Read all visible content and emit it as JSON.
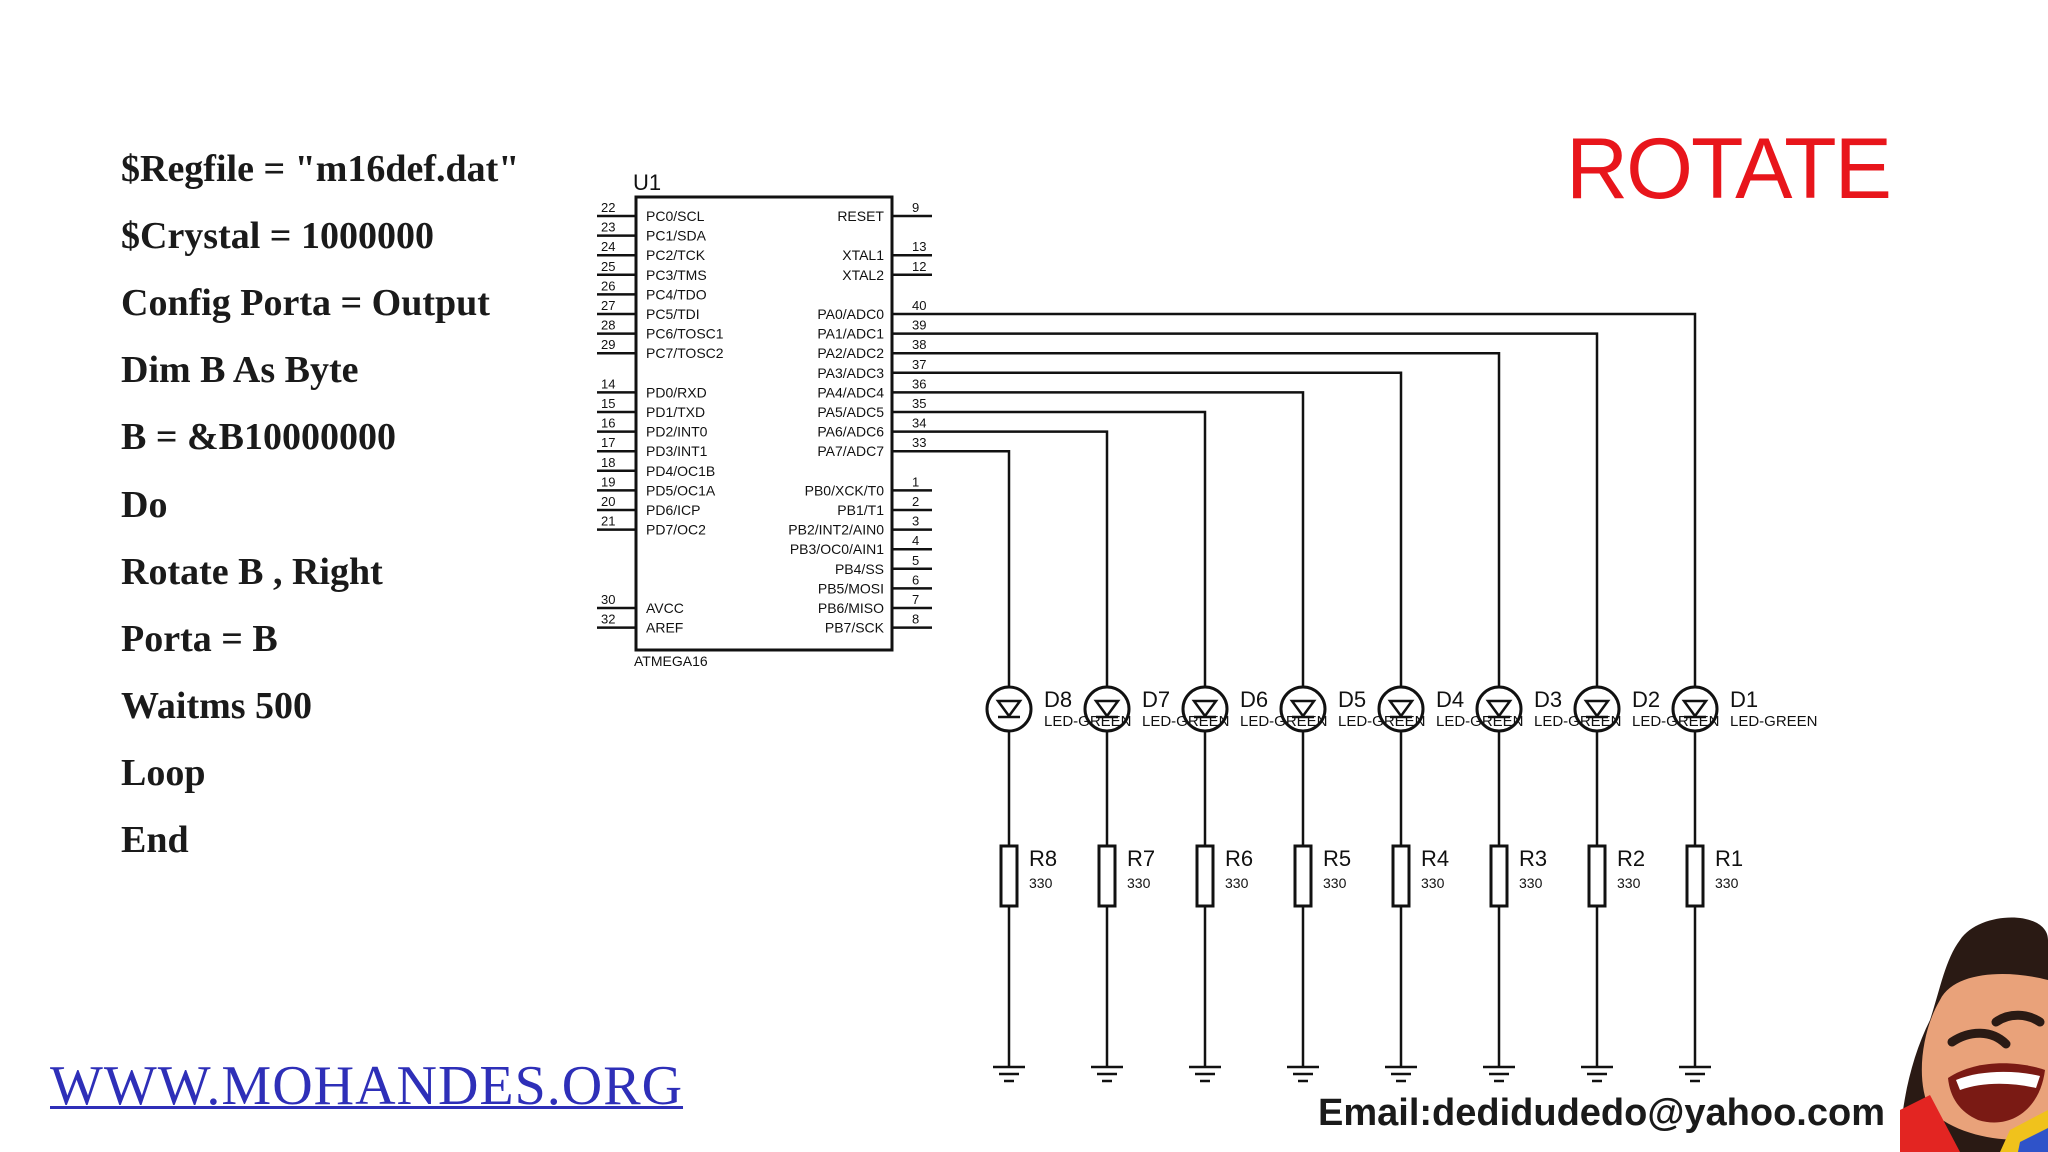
{
  "slide": {
    "title": "ROTATE",
    "title_color": "#e8151b",
    "code_lines": [
      "$Regfile = \"m16def.dat\"",
      "$Crystal = 1000000",
      "Config Porta = Output",
      "Dim B As Byte",
      "B = &B10000000",
      "Do",
      "Rotate B , Right",
      "Porta = B",
      "Waitms 500",
      "Loop",
      "End"
    ],
    "website": "WWW.MOHANDES.ORG",
    "website_color": "#2e2fb8",
    "email": "Email:dedidudedo@yahoo.com",
    "mascot_icon": "laughing-face-icon"
  },
  "schematic": {
    "chip": {
      "ref": "U1",
      "part": "ATMEGA16",
      "left_pins": [
        {
          "num": "22",
          "name": "PC0/SCL"
        },
        {
          "num": "23",
          "name": "PC1/SDA"
        },
        {
          "num": "24",
          "name": "PC2/TCK"
        },
        {
          "num": "25",
          "name": "PC3/TMS"
        },
        {
          "num": "26",
          "name": "PC4/TDO"
        },
        {
          "num": "27",
          "name": "PC5/TDI"
        },
        {
          "num": "28",
          "name": "PC6/TOSC1"
        },
        {
          "num": "29",
          "name": "PC7/TOSC2"
        },
        {
          "num": "14",
          "name": "PD0/RXD"
        },
        {
          "num": "15",
          "name": "PD1/TXD"
        },
        {
          "num": "16",
          "name": "PD2/INT0"
        },
        {
          "num": "17",
          "name": "PD3/INT1"
        },
        {
          "num": "18",
          "name": "PD4/OC1B"
        },
        {
          "num": "19",
          "name": "PD5/OC1A"
        },
        {
          "num": "20",
          "name": "PD6/ICP"
        },
        {
          "num": "21",
          "name": "PD7/OC2"
        },
        {
          "num": "30",
          "name": "AVCC"
        },
        {
          "num": "32",
          "name": "AREF"
        }
      ],
      "right_pins": [
        {
          "num": "9",
          "name": "RESET"
        },
        {
          "num": "13",
          "name": "XTAL1"
        },
        {
          "num": "12",
          "name": "XTAL2"
        },
        {
          "num": "40",
          "name": "PA0/ADC0"
        },
        {
          "num": "39",
          "name": "PA1/ADC1"
        },
        {
          "num": "38",
          "name": "PA2/ADC2"
        },
        {
          "num": "37",
          "name": "PA3/ADC3"
        },
        {
          "num": "36",
          "name": "PA4/ADC4"
        },
        {
          "num": "35",
          "name": "PA5/ADC5"
        },
        {
          "num": "34",
          "name": "PA6/ADC6"
        },
        {
          "num": "33",
          "name": "PA7/ADC7"
        },
        {
          "num": "1",
          "name": "PB0/XCK/T0"
        },
        {
          "num": "2",
          "name": "PB1/T1"
        },
        {
          "num": "3",
          "name": "PB2/INT2/AIN0"
        },
        {
          "num": "4",
          "name": "PB3/OC0/AIN1"
        },
        {
          "num": "5",
          "name": "PB4/SS"
        },
        {
          "num": "6",
          "name": "PB5/MOSI"
        },
        {
          "num": "7",
          "name": "PB6/MISO"
        },
        {
          "num": "8",
          "name": "PB7/SCK"
        }
      ]
    },
    "branches": [
      {
        "diode": "D8",
        "led": "LED-GREEN",
        "resistor": "R8",
        "value": "330"
      },
      {
        "diode": "D7",
        "led": "LED-GREEN",
        "resistor": "R7",
        "value": "330"
      },
      {
        "diode": "D6",
        "led": "LED-GREEN",
        "resistor": "R6",
        "value": "330"
      },
      {
        "diode": "D5",
        "led": "LED-GREEN",
        "resistor": "R5",
        "value": "330"
      },
      {
        "diode": "D4",
        "led": "LED-GREEN",
        "resistor": "R4",
        "value": "330"
      },
      {
        "diode": "D3",
        "led": "LED-GREEN",
        "resistor": "R3",
        "value": "330"
      },
      {
        "diode": "D2",
        "led": "LED-GREEN",
        "resistor": "R2",
        "value": "330"
      },
      {
        "diode": "D1",
        "led": "LED-GREEN",
        "resistor": "R1",
        "value": "330"
      }
    ]
  }
}
